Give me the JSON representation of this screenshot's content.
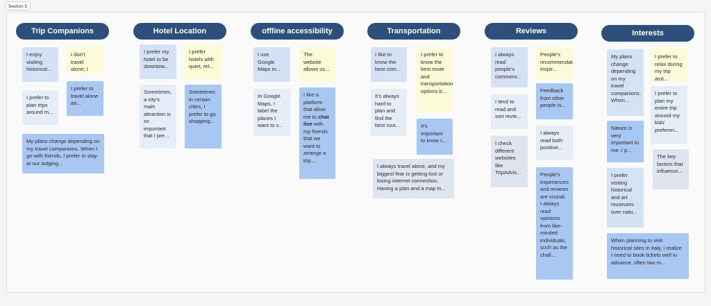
{
  "section_label": "Section 5",
  "columns": [
    {
      "title": "Trip Companions",
      "notes": [
        "I enjoy visiting historical...",
        "I don't travel alone; I usu...",
        "I prefer to plan trips around m...",
        "I prefer to travel alone an...",
        "My plans change depending on my travel companions. When I go with friends, I prefer to stay at our lodging..."
      ]
    },
    {
      "title": "Hotel Location",
      "notes": [
        "I prefer my hotel to be downtow...",
        "I prefer hotels with quiet, rel...",
        "Sometimes, a city's main attraction is so important that I pre...",
        "Sometimes in certain cities, I prefer to go shopping..."
      ]
    },
    {
      "title": "offline accessibility",
      "notes": [
        "I use Google Maps in...",
        "The website allows us...",
        "In Google Maps, I label the places I want to v...",
        "I like a platform that allow me to",
        "chat live",
        "with my friends that we want to arrange a trip..."
      ]
    },
    {
      "title": "Transportation",
      "notes": [
        "I like to know the best com...",
        "I prefer to know the best route and transportation options b...",
        "It's always hard to plan and find the best rout...",
        "It's important to know t...",
        "I always travel alone, and my biggest fear is getting lost or losing internet connection. Having a plan and a map in..."
      ]
    },
    {
      "title": "Reviews",
      "notes": [
        "I always read people's comment...",
        "People's recommendations inspir...",
        "I tend to read and sort revie...",
        "Feedback from other people is...",
        "I always read both positive...",
        "I check different websites like TripAdvis...",
        "People's experiences and reviews are crucial. I always read opinions from like-minded individuals, such as the chall..."
      ]
    },
    {
      "title": "Interests",
      "notes": [
        "My plans change depending on my travel companions. When...",
        "I prefer to relax during my trip and...",
        "I prefer to plan my entire trip around my kids' preferen...",
        "Nature is very important to me; I p...",
        "The key factors that influence...",
        "I prefer visiting historical and art museums over natu...",
        "When planning to visit historical sites in Italy, I realize I need to book tickets well in advance, often two m..."
      ]
    }
  ]
}
